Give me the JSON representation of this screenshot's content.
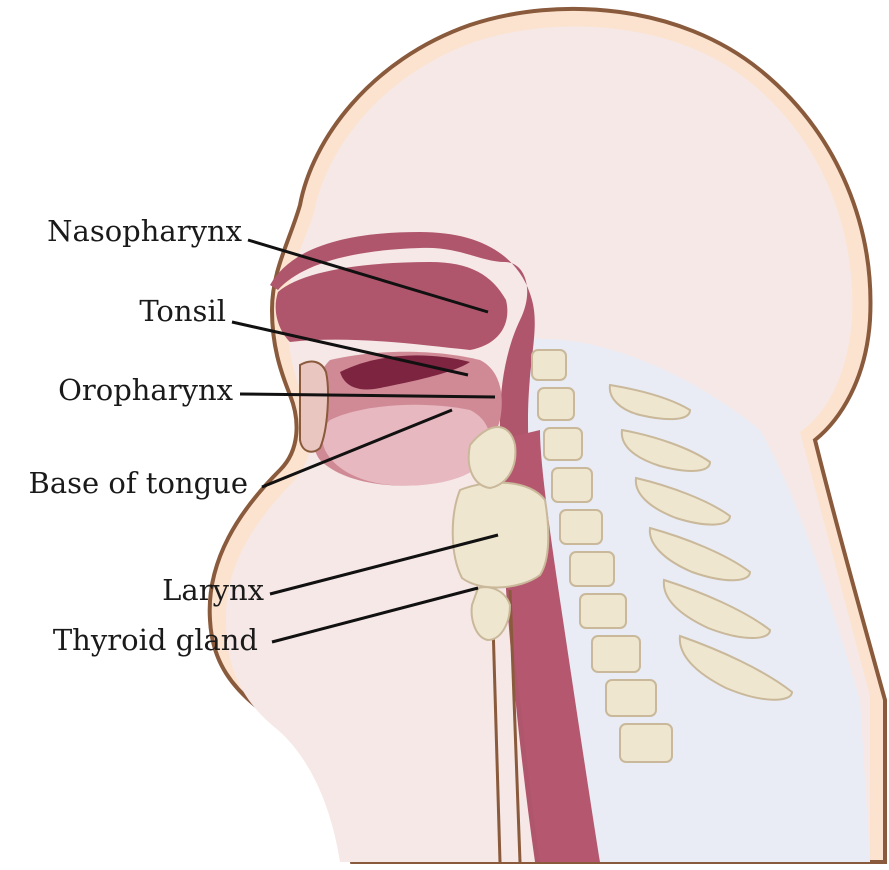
{
  "labels": {
    "nasopharynx": "Nasopharynx",
    "tonsil": "Tonsil",
    "oropharynx": "Oropharynx",
    "base_of_tongue": "Base of tongue",
    "larynx": "Larynx",
    "thyroid_gland": "Thyroid gland"
  },
  "colors": {
    "outline": "#8a5a3c",
    "head": "#f6e8e6",
    "skin_band": "#fbe3cf",
    "airway": "#b0566c",
    "airway_dark": "#7d2440",
    "cartilage": "#efe6cf",
    "spine_bg": "#e9ecf4",
    "label_line": "#111111"
  }
}
